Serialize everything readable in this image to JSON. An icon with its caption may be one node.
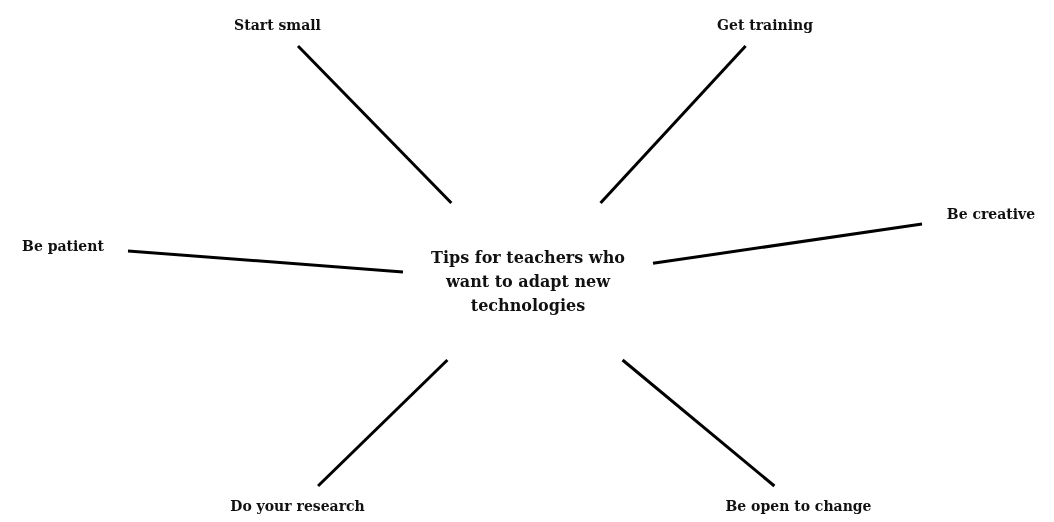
{
  "diagram": {
    "nodes": [
      {
        "text": [
          "Tips for teachers who want to adapt new technologies"
        ]
      },
      {
        "text": [
          "Start small"
        ]
      },
      {
        "text": [
          "Get training"
        ]
      },
      {
        "text": [
          "Be patient"
        ]
      },
      {
        "text": [
          "Be creative"
        ]
      },
      {
        "text": [
          "Do your research"
        ]
      },
      {
        "text": [
          "Be open to change"
        ]
      }
    ],
    "edges": [
      {
        "from": 0,
        "to": 1,
        "arrow": "none"
      },
      {
        "from": 0,
        "to": 2,
        "arrow": "none"
      },
      {
        "from": 0,
        "to": 3,
        "arrow": "none"
      },
      {
        "from": 0,
        "to": 4,
        "arrow": "none"
      },
      {
        "from": 0,
        "to": 5,
        "arrow": "none"
      },
      {
        "from": 0,
        "to": 6,
        "arrow": "none"
      }
    ]
  }
}
